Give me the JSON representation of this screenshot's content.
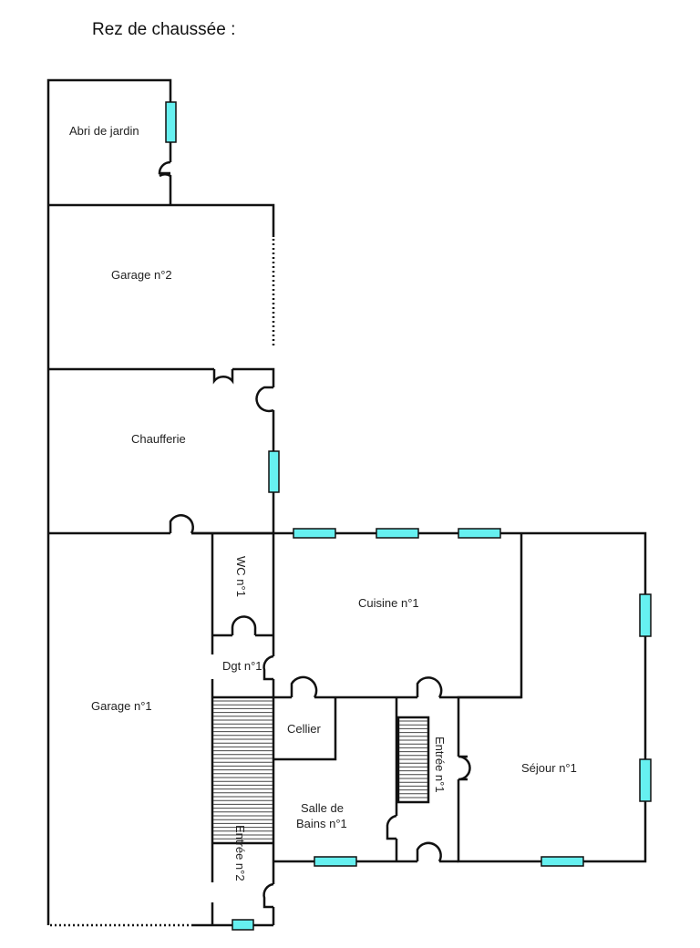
{
  "title": "Rez de chaussée :",
  "colors": {
    "window": "#66f0f0",
    "wall": "#111111"
  },
  "rooms": {
    "abri": "Abri de jardin",
    "garage2": "Garage n°2",
    "chaufferie": "Chaufferie",
    "wc": "WC n°1",
    "cuisine": "Cuisine n°1",
    "dgt": "Dgt n°1",
    "garage1": "Garage n°1",
    "cellier": "Cellier",
    "entree1": "Entrée n°1",
    "sejour": "Séjour n°1",
    "sdb1": "Salle de",
    "sdb2": "Bains n°1",
    "entree2": "Entrée n°2"
  }
}
